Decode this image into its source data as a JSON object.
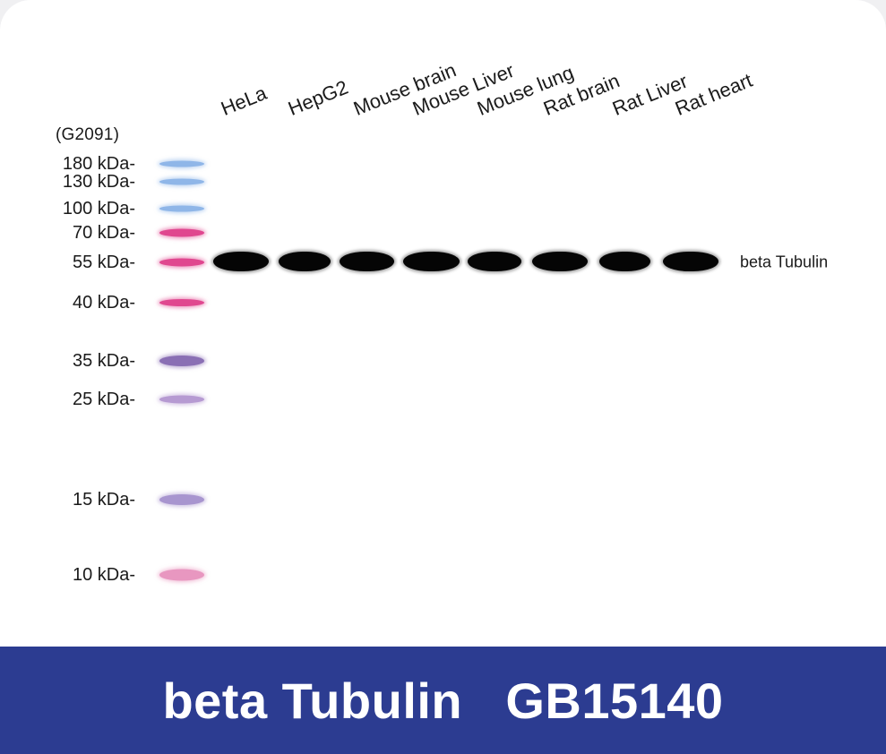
{
  "ladder_id": "(G2091)",
  "markers": [
    {
      "label": "180 kDa-",
      "color": "#8fb6e8"
    },
    {
      "label": "130 kDa-",
      "color": "#8fb6e8"
    },
    {
      "label": "100 kDa-",
      "color": "#8fb6e8"
    },
    {
      "label": "70 kDa-",
      "color": "#e0478f"
    },
    {
      "label": "55 kDa-",
      "color": "#e0478f"
    },
    {
      "label": "40 kDa-",
      "color": "#e0478f"
    },
    {
      "label": "35 kDa-",
      "color": "#8a6fb4"
    },
    {
      "label": "25 kDa-",
      "color": "#b69ad2"
    },
    {
      "label": "15 kDa-",
      "color": "#a895cf"
    },
    {
      "label": "10 kDa-",
      "color": "#e897c0"
    }
  ],
  "lanes": [
    "HeLa",
    "HepG2",
    "Mouse brain",
    "Mouse Liver",
    "Mouse lung",
    "Rat brain",
    "Rat Liver",
    "Rat heart"
  ],
  "target_label": "beta Tubulin",
  "banner": {
    "title": "beta Tubulin   GB15140",
    "background": "#2c3c91"
  }
}
